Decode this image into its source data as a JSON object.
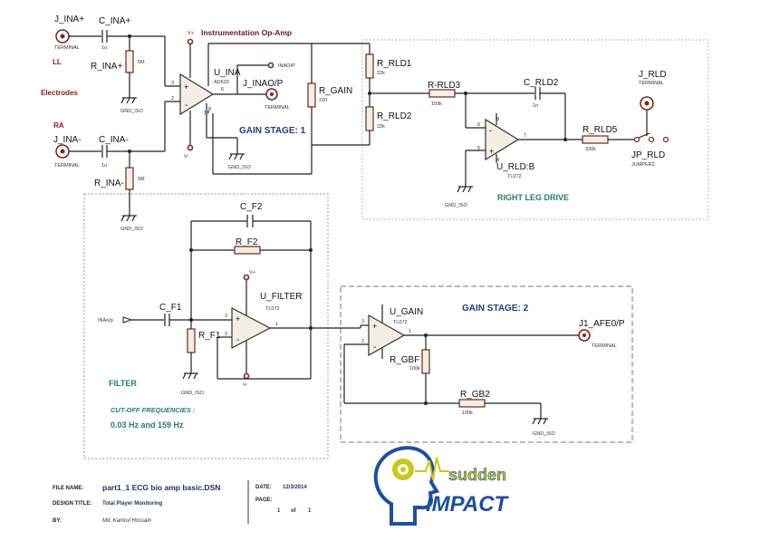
{
  "headings": {
    "instrumentation": "Instrumentation Op-Amp",
    "gain_stage_1": "GAIN STAGE: 1",
    "right_leg_drive": "RIGHT LEG DRIVE",
    "gain_stage_2": "GAIN STAGE: 2",
    "filter": "FILTER",
    "cutoff": "CUT-OFF FREQUENCIES :",
    "cutoff_values": "0.03 Hz and 159 Hz",
    "electrodes": "Electrodes",
    "ll": "LL",
    "ra": "RA"
  },
  "components": {
    "j_ina_plus": {
      "ref": "J_INA+",
      "type": "TERMINAL"
    },
    "c_ina_plus": {
      "ref": "C_INA+",
      "value": "1u"
    },
    "r_ina_plus": {
      "ref": "R_INA+",
      "value": "5M"
    },
    "j_ina_minus": {
      "ref": "J_INA-",
      "type": "TERMINAL"
    },
    "c_ina_minus": {
      "ref": "C_INA-",
      "value": "1u"
    },
    "r_ina_minus": {
      "ref": "R_INA-",
      "value": "5M"
    },
    "u_ina": {
      "ref": "U_INA",
      "value": "AD620"
    },
    "inao_p": {
      "ref": "INAO/P"
    },
    "j_inao_p": {
      "ref": "J_INAO/P",
      "type": "TERMINAL"
    },
    "r_gain": {
      "ref": "R_GAIN",
      "value": "220"
    },
    "r_rld1": {
      "ref": "R_RLD1",
      "value": "22k"
    },
    "r_rld2": {
      "ref": "R_RLD2",
      "value": "22k"
    },
    "r_rld3": {
      "ref": "R-RLD3",
      "value": "150k"
    },
    "c_rld2": {
      "ref": "C_RLD2",
      "value": "1n"
    },
    "r_rld5": {
      "ref": "R_RLD5",
      "value": "330k"
    },
    "u_rld": {
      "ref": "U_RLD:B",
      "value": "TL072"
    },
    "j_rld": {
      "ref": "J_RLD",
      "type": "TERMINAL"
    },
    "jp_rld": {
      "ref": "JP_RLD",
      "type": "JUMPER2"
    },
    "c_f2": {
      "ref": "C_F2"
    },
    "r_f2": {
      "ref": "R_F2"
    },
    "c_f1": {
      "ref": "C_F1"
    },
    "r_f1": {
      "ref": "R_F1"
    },
    "u_filter": {
      "ref": "U_FILTER",
      "value": "TL072"
    },
    "inao_p_in": {
      "ref": "INAo/p"
    },
    "u_gain": {
      "ref": "U_GAIN",
      "value": "TL072"
    },
    "r_gbf": {
      "ref": "R_GBF",
      "value": "100k"
    },
    "r_gb2": {
      "ref": "R_GB2",
      "value": "100k"
    },
    "j1_afe0": {
      "ref": "J1_AFE0/P",
      "type": "TERMINAL"
    },
    "gnd": "GND_ISO",
    "vplus": "V+",
    "vminus": "V-"
  },
  "pins": {
    "ina_in_plus": "3",
    "ina_in_minus": "2",
    "ina_out": "6",
    "ina_rg": "1",
    "ina_rg2": "8",
    "rld_plus": "5",
    "rld_minus": "6",
    "rld_out": "7",
    "rld_vplus": "8",
    "rld_vminus": "4",
    "f_plus": "3",
    "f_minus": "2",
    "f_out": "1",
    "g_plus": "3",
    "g_minus": "2",
    "g_out": "1"
  },
  "title_block": {
    "file_name_label": "FILE NAME:",
    "file_name": "part1_1 ECG bio amp basic.DSN",
    "design_title_label": "DESIGN TITLE:",
    "design_title": "Total Player Monitoring",
    "by_label": "BY:",
    "by": "Md. Kamrul Hossain",
    "date_label": "DATE:",
    "date": "12/3/2014",
    "page_label": "PAGE:",
    "page": "1",
    "page_of": "of",
    "page_total": "1"
  },
  "logo": {
    "line1": "sudden",
    "line2": "IMPACT",
    "colors": {
      "blue": "#1f4f9a",
      "yellow": "#c8c81e"
    }
  }
}
